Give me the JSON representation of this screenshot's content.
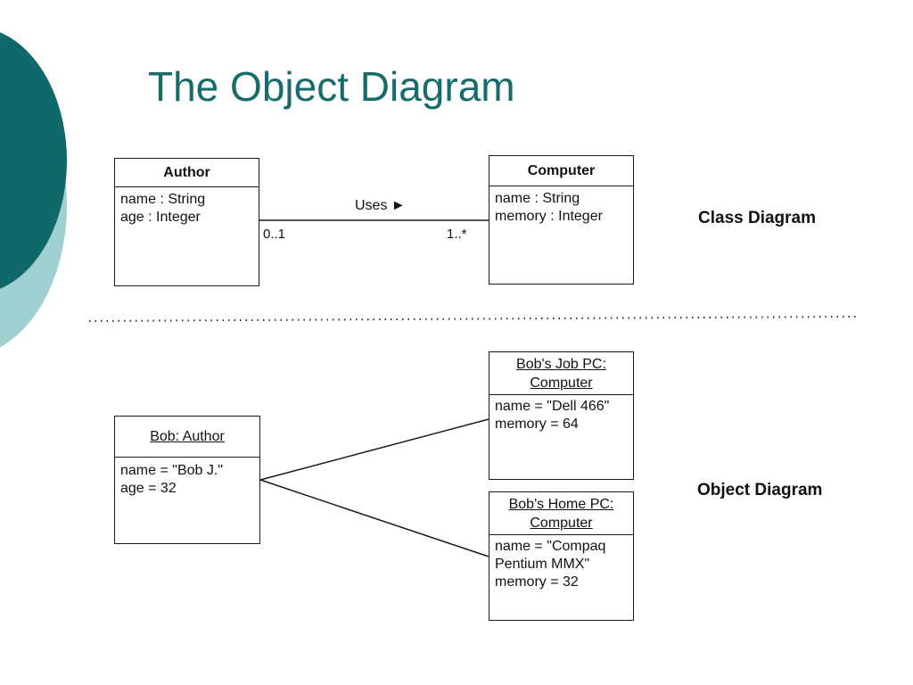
{
  "title": "The Object Diagram",
  "colors": {
    "accent_dark": "#106868",
    "accent_light": "#9fcfd1",
    "title": "#176b6b"
  },
  "class_diagram": {
    "label": "Class Diagram",
    "author": {
      "name": "Author",
      "attributes": [
        "name : String",
        "age : Integer"
      ]
    },
    "computer": {
      "name": "Computer",
      "attributes": [
        "name : String",
        "memory : Integer"
      ]
    },
    "association": {
      "label": "Uses ►",
      "left_multiplicity": "0..1",
      "right_multiplicity": "1..*"
    }
  },
  "object_diagram": {
    "label": "Object Diagram",
    "bob": {
      "name": "Bob: Author",
      "attributes": [
        "name = \"Bob J.\"",
        "age = 32"
      ]
    },
    "job_pc": {
      "name_lines": [
        "Bob's Job PC:",
        "Computer"
      ],
      "attributes": [
        "name = \"Dell 466\"",
        "memory = 64"
      ]
    },
    "home_pc": {
      "name_lines": [
        "Bob's Home PC:",
        "Computer"
      ],
      "attributes": [
        "name = \"Compaq",
        "Pentium MMX\"",
        "memory = 32"
      ]
    }
  }
}
